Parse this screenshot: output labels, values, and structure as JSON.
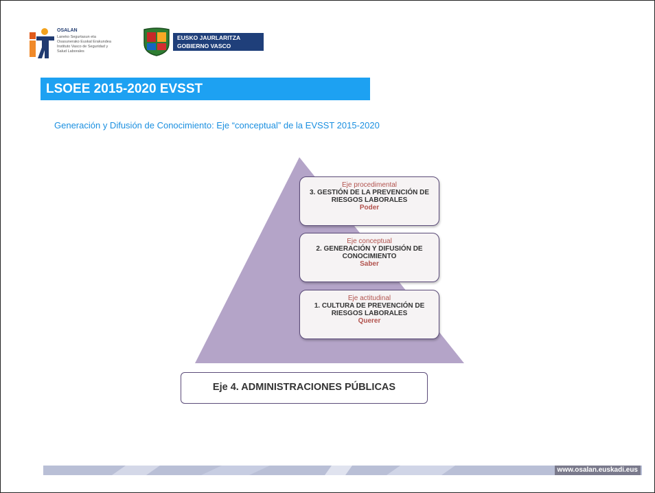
{
  "header": {
    "osalan_name": "OSALAN",
    "osalan_line1": "Laneko Segurtasun eta",
    "osalan_line2": "Osasunerako Euskal Erakundea",
    "osalan_line3": "Instituto Vasco de Seguridad y",
    "osalan_line4": "Salud Laborales",
    "gov_line1": "EUSKO JAURLARITZA",
    "gov_line2": "GOBIERNO VASCO"
  },
  "title": "LSOEE 2015-2020 EVSST",
  "subtitle": "Generación y Difusión de Conocimiento: Eje “conceptual” de la EVSST 2015-2020",
  "boxes": [
    {
      "axis": "Eje procedimental",
      "line1": "3. GESTIÓN DE LA PREVENCIÓN DE",
      "line2": "RIESGOS LABORALES",
      "verb": "Poder"
    },
    {
      "axis": "Eje conceptual",
      "line1": "2. GENERACIÓN Y DIFUSIÓN DE",
      "line2": "CONOCIMIENTO",
      "verb": "Saber"
    },
    {
      "axis": "Eje actitudinal",
      "line1": "1. CULTURA DE PREVENCIÓN DE",
      "line2": "RIESGOS LABORALES",
      "verb": "Querer"
    }
  ],
  "base_box": "Eje 4. ADMINISTRACIONES PÚBLICAS",
  "footer": {
    "url": "www.osalan.euskadi.eus"
  },
  "colors": {
    "title_bar": "#1da1f2",
    "subtitle": "#1a8fe0",
    "pyramid": "#b4a4c8",
    "box_border": "#5a4a78",
    "accent_red": "#b2534e"
  }
}
